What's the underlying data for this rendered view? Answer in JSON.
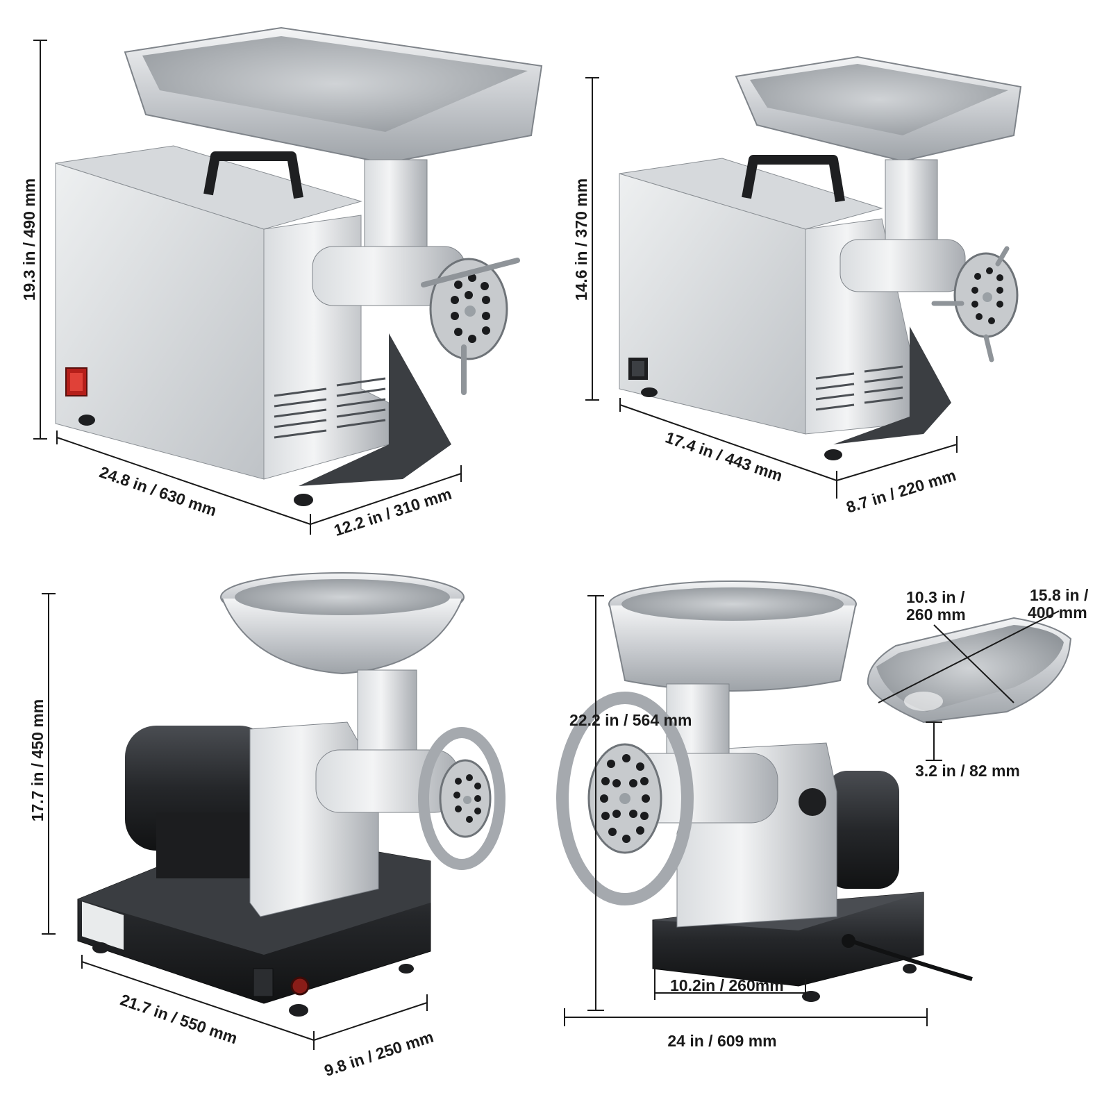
{
  "colors": {
    "steel_light": "#e6e8ea",
    "steel_mid": "#b9bcc0",
    "steel_dark": "#7d8287",
    "black_body": "#1f2124",
    "switch_red": "#d3302a",
    "dimension_line": "#1a1a1a"
  },
  "icons": [
    "meat-grinder-icon",
    "grinder-plate-icon",
    "feed-tray-icon",
    "carry-handle-icon",
    "power-switch-icon"
  ],
  "product_views": [
    {
      "name": "large-commercial-grinder",
      "height": "19.3 in / 490 mm",
      "length": "24.8 in / 630 mm",
      "width": "12.2 in / 310 mm"
    },
    {
      "name": "compact-commercial-grinder",
      "height": "14.6 in / 370 mm",
      "length": "17.4 in / 443 mm",
      "width": "8.7 in / 220 mm"
    },
    {
      "name": "black-base-grinder",
      "height": "17.7 in / 450 mm",
      "length": "21.7 in / 550 mm",
      "width": "9.8 in / 250 mm"
    },
    {
      "name": "black-base-grinder-front",
      "height": "22.2 in / 564 mm",
      "base_width": "10.2in / 260mm",
      "overall_width": "24 in / 609 mm"
    }
  ],
  "tray": {
    "depth_line1": "10.3 in /",
    "depth_line2": "260 mm",
    "length_line1": "15.8 in /",
    "length_line2": "400 mm",
    "height": "3.2 in / 82 mm"
  }
}
